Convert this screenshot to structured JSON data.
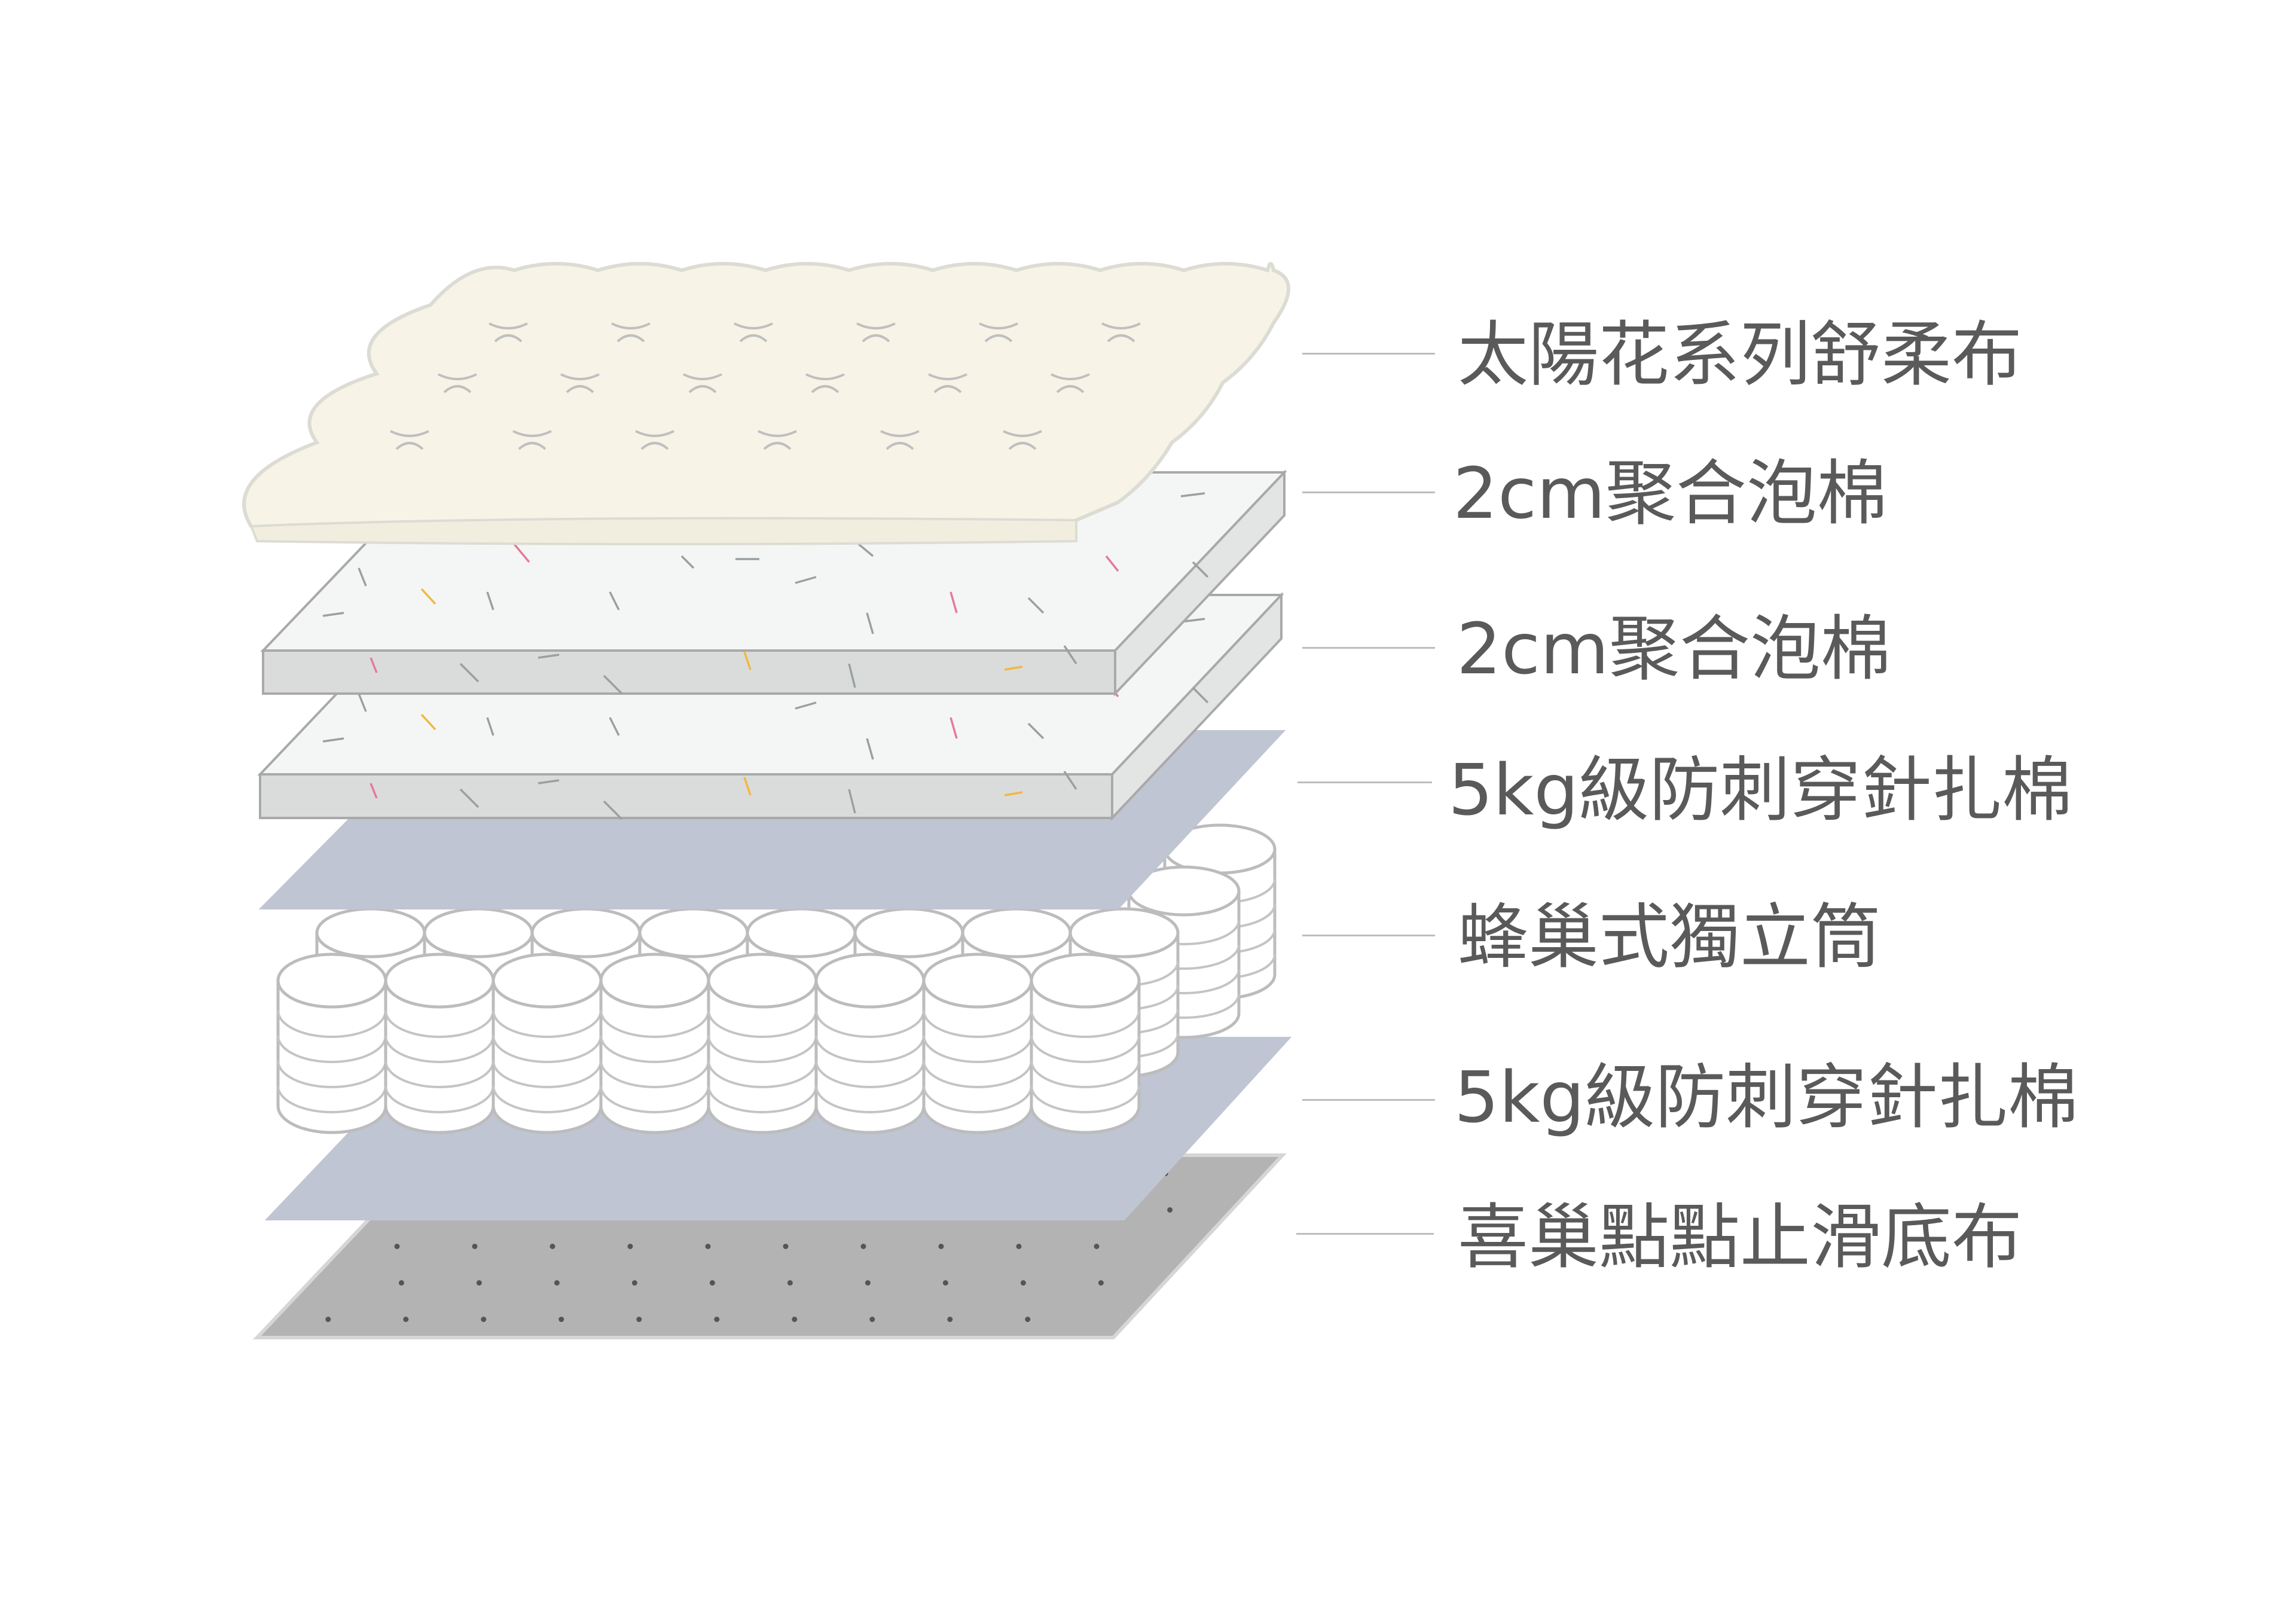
{
  "layers": [
    {
      "id": "cover",
      "label": "太陽花系列舒柔布",
      "color": "#f7f3e6"
    },
    {
      "id": "foam-top",
      "label": "2cm聚合泡棉",
      "color": "#f4f6f5"
    },
    {
      "id": "foam-bottom",
      "label": "2cm聚合泡棉",
      "color": "#f4f6f5"
    },
    {
      "id": "pad-top",
      "label": "5kg級防刺穿針扎棉",
      "color": "#c0c5d3"
    },
    {
      "id": "springs",
      "label": "蜂巢式獨立筒",
      "color": "#ffffff"
    },
    {
      "id": "pad-bottom",
      "label": "5kg級防刺穿針扎棉",
      "color": "#c0c5d3"
    },
    {
      "id": "base",
      "label": "喜巢點點止滑底布",
      "color": "#b3b3b3"
    }
  ],
  "colors": {
    "outline": "#c8c8c8",
    "foam_side": "#dadcdb",
    "foam_outline": "#a9a9a9",
    "label_text": "#5a5a5a",
    "leader": "#bdbdbd",
    "fiber_pink": "#e5799c",
    "fiber_yellow": "#f2b640",
    "fiber_gray": "#9aa0a0",
    "dot": "#555555",
    "stitch": "#bfbfbf"
  }
}
